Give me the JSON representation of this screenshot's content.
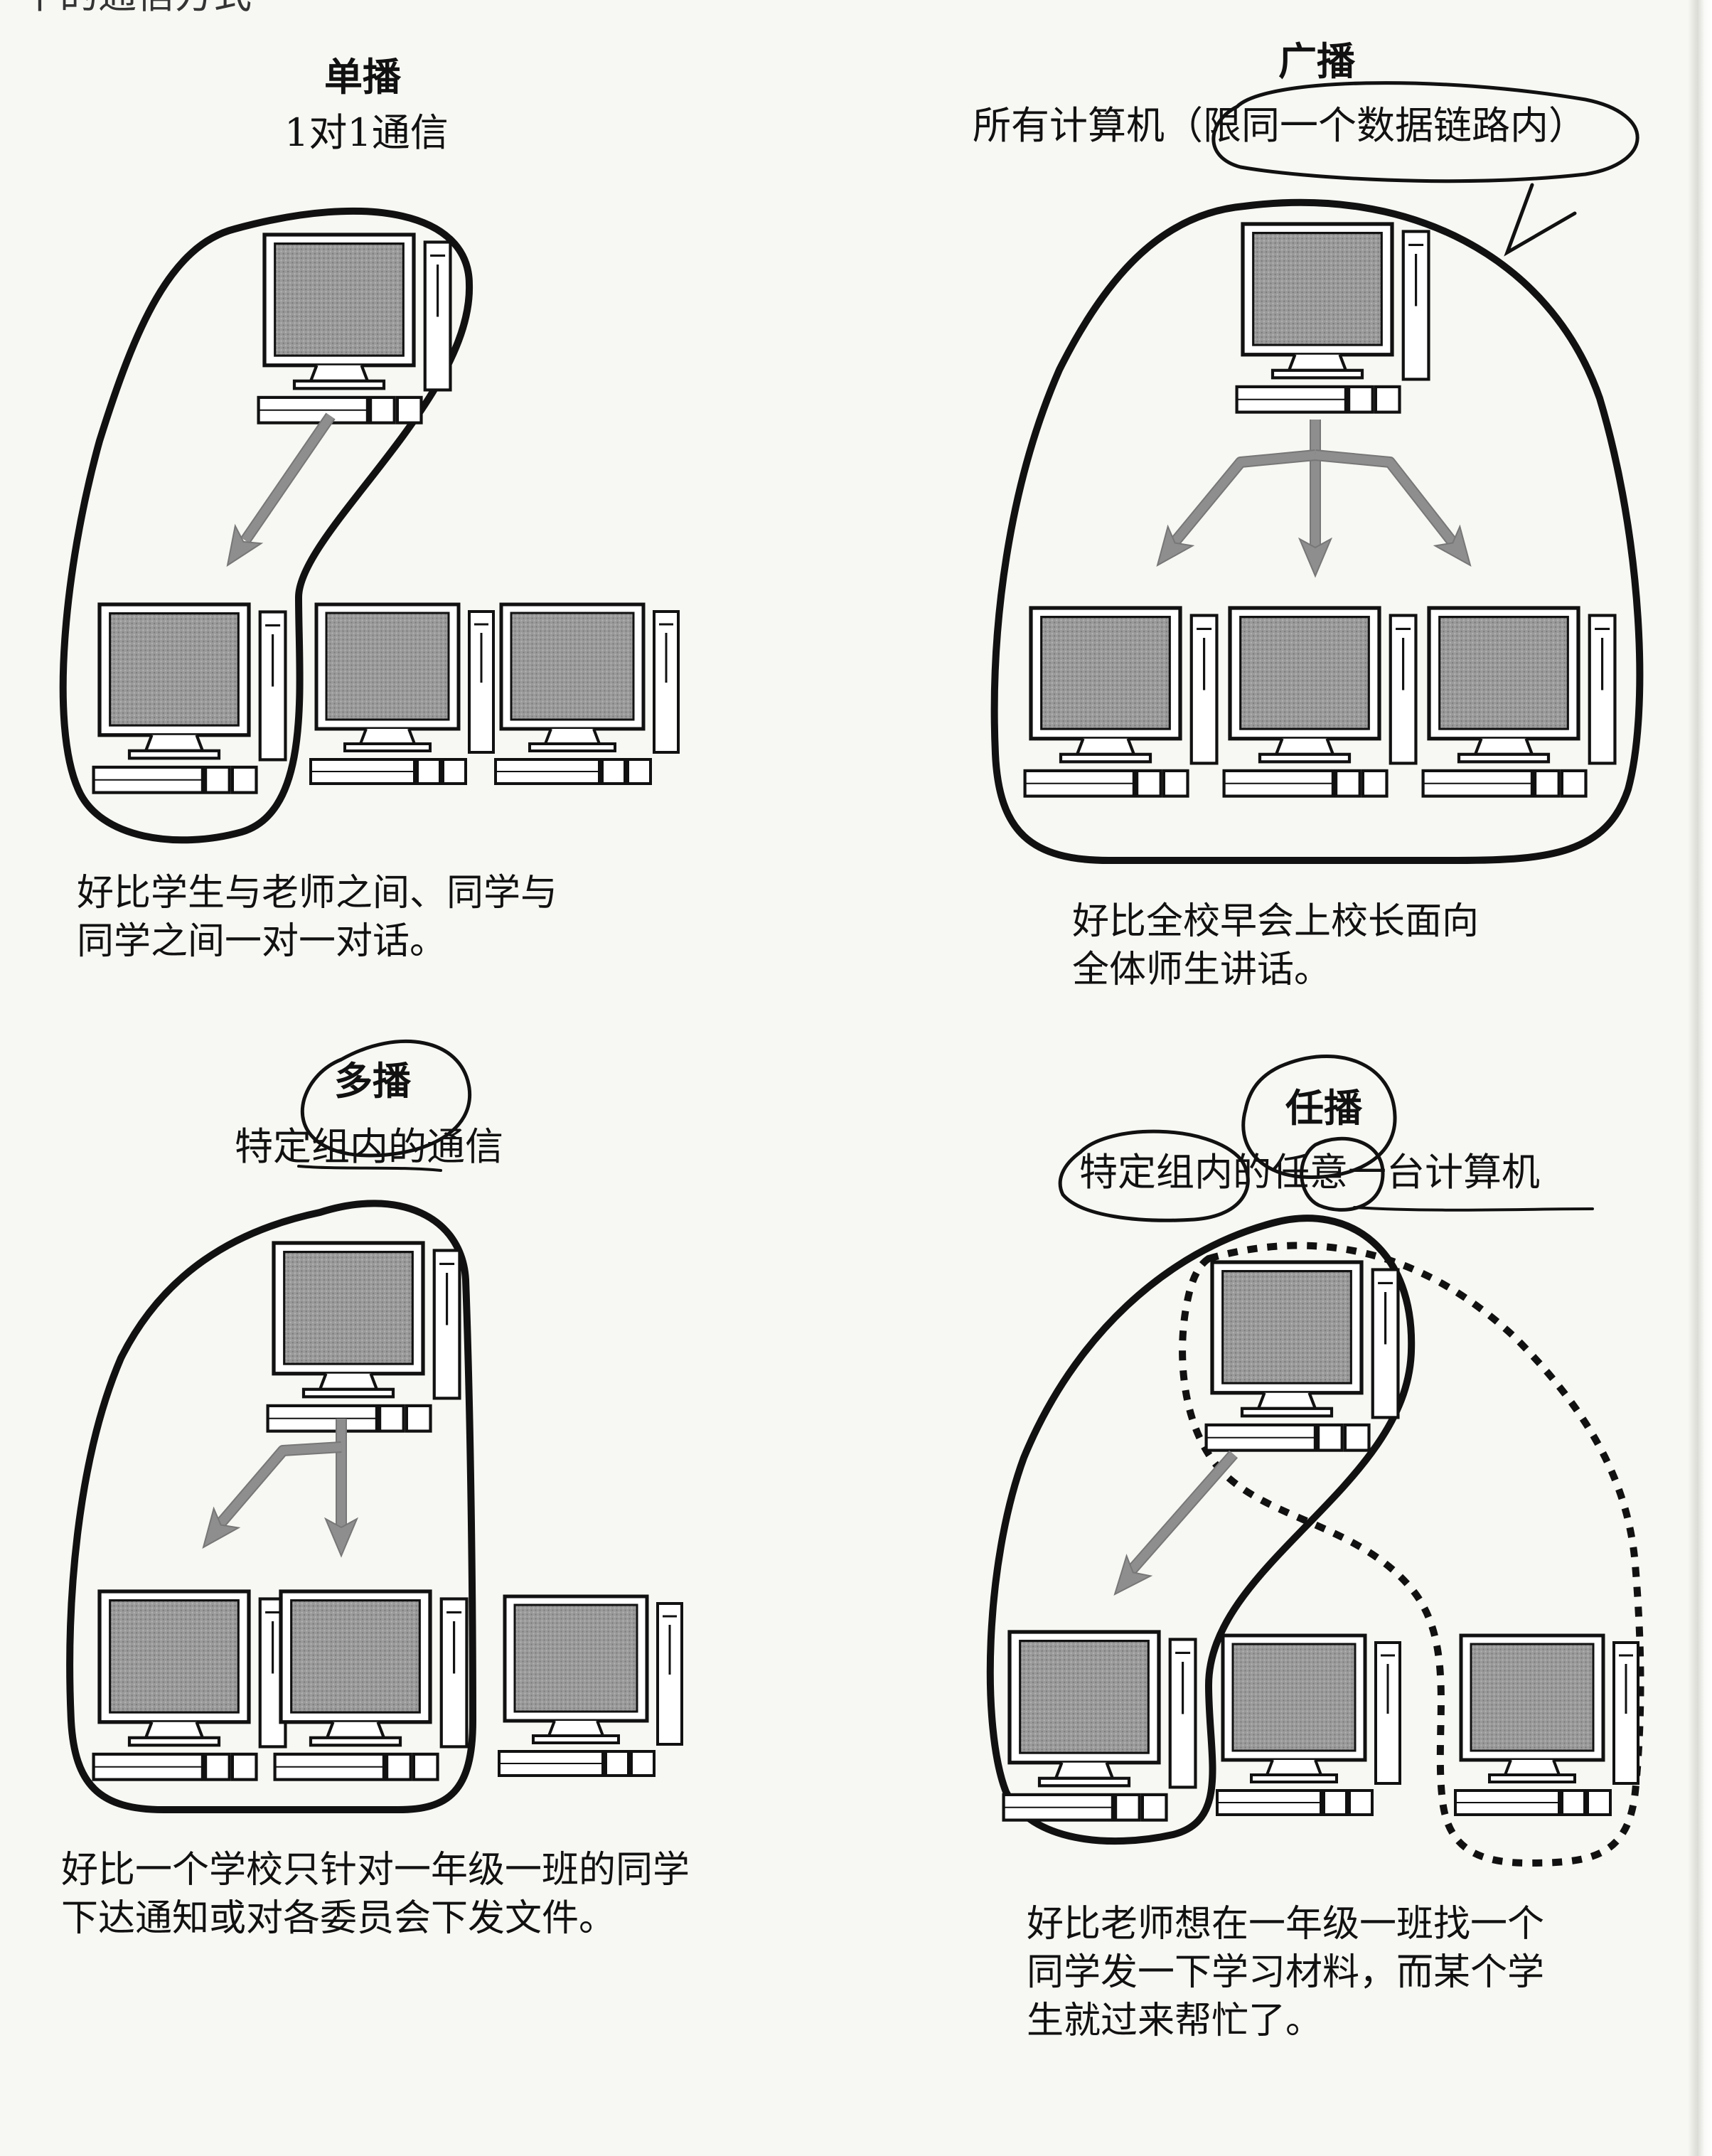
{
  "top_left_fragment": "下的通信方式",
  "panels": {
    "unicast": {
      "title": "单播",
      "subtitle": "1对1通信",
      "caption": [
        "好比学生与老师之间、同学与",
        "同学之间一对一对话。"
      ]
    },
    "broadcast": {
      "title": "广播",
      "subtitle_pre": "所有计算机（",
      "subtitle_circled": "限同一个数据链路内",
      "subtitle_post": "）",
      "caption": [
        "好比全校早会上校长面向",
        "全体师生讲话。"
      ]
    },
    "multicast": {
      "title": "多播",
      "subtitle": "特定组内的通信",
      "caption": [
        "好比一个学校只针对一年级一班的同学",
        "下达通知或对各委员会下发文件。"
      ]
    },
    "anycast": {
      "title": "任播",
      "subtitle_circled": "特定组内的",
      "subtitle_rest": "任意一台计算机",
      "caption": [
        "好比老师想在一年级一班找一个",
        "同学发一下学习材料，而某个学",
        "生就过来帮忙了。"
      ]
    }
  },
  "icons": [
    "computer-icon",
    "arrow-icon"
  ],
  "colors": {
    "ink": "#111111",
    "screen": "#9a9a9a",
    "arrow": "#8e8e8e",
    "paper": "#f7f7f3"
  }
}
